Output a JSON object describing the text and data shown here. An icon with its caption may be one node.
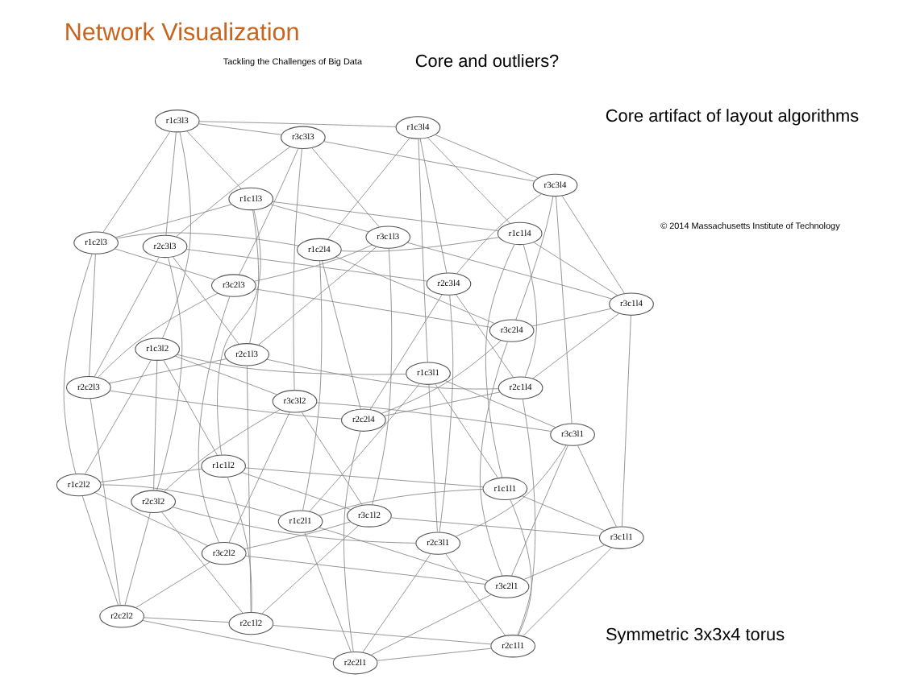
{
  "diagram": {
    "title": "Network Visualization",
    "nodes": [
      {
        "text": [
          "r1c3l2"
        ]
      },
      {
        "text": [
          "r1c1l2"
        ]
      },
      {
        "text": [
          "r2c1l2"
        ]
      },
      {
        "text": [
          "r3c3l2"
        ]
      },
      {
        "text": [
          "r3c1l2"
        ]
      },
      {
        "text": [
          "r3c1l3"
        ]
      },
      {
        "text": [
          "r2c3l2"
        ]
      },
      {
        "text": [
          "r3c2l2"
        ]
      },
      {
        "text": [
          "r2c2l2"
        ]
      },
      {
        "text": [
          "r2c1l1"
        ]
      },
      {
        "text": [
          "r1c1l1"
        ]
      },
      {
        "text": [
          "r1c2l2"
        ]
      },
      {
        "text": [
          "r1c1l3"
        ]
      },
      {
        "text": [
          "r2c1l3"
        ]
      },
      {
        "text": [
          "r3c3l3"
        ]
      },
      {
        "text": [
          "r3c1l1"
        ]
      },
      {
        "text": [
          "r3c3l1"
        ]
      },
      {
        "text": [
          "r2c3l3"
        ]
      },
      {
        "text": [
          "r2c3l1"
        ]
      },
      {
        "text": [
          "r1c3l3"
        ]
      },
      {
        "text": [
          "r2c2l3"
        ]
      },
      {
        "text": [
          "r2c2l4"
        ]
      },
      {
        "text": [
          "r1c3l1"
        ]
      },
      {
        "text": [
          "r1c1l4"
        ]
      },
      {
        "text": [
          "r1c2l3"
        ]
      },
      {
        "text": [
          "r3c2l3"
        ]
      },
      {
        "text": [
          "r2c2l1"
        ]
      },
      {
        "text": [
          "r3c2l1"
        ]
      },
      {
        "text": [
          "r2c1l4"
        ]
      },
      {
        "text": [
          "r3c3l4"
        ]
      },
      {
        "text": [
          "r3c1l4"
        ]
      },
      {
        "text": [
          "r1c2l1"
        ]
      },
      {
        "text": [
          "r1c3l4"
        ]
      },
      {
        "text": [
          "r1c2l4"
        ]
      },
      {
        "text": [
          "r2c3l4"
        ]
      },
      {
        "text": [
          "r3c2l4"
        ]
      }
    ],
    "edges": [
      {
        "from": 10,
        "to": 9,
        "arrow": "none"
      },
      {
        "from": 9,
        "to": 15,
        "arrow": "none"
      },
      {
        "from": 15,
        "to": 10,
        "arrow": "none"
      },
      {
        "from": 1,
        "to": 2,
        "arrow": "none"
      },
      {
        "from": 2,
        "to": 4,
        "arrow": "none"
      },
      {
        "from": 4,
        "to": 1,
        "arrow": "none"
      },
      {
        "from": 12,
        "to": 13,
        "arrow": "none"
      },
      {
        "from": 13,
        "to": 5,
        "arrow": "none"
      },
      {
        "from": 5,
        "to": 12,
        "arrow": "none"
      },
      {
        "from": 23,
        "to": 28,
        "arrow": "none"
      },
      {
        "from": 28,
        "to": 30,
        "arrow": "none"
      },
      {
        "from": 30,
        "to": 23,
        "arrow": "none"
      },
      {
        "from": 31,
        "to": 26,
        "arrow": "none"
      },
      {
        "from": 26,
        "to": 27,
        "arrow": "none"
      },
      {
        "from": 27,
        "to": 31,
        "arrow": "none"
      },
      {
        "from": 11,
        "to": 8,
        "arrow": "none"
      },
      {
        "from": 8,
        "to": 7,
        "arrow": "none"
      },
      {
        "from": 7,
        "to": 11,
        "arrow": "none"
      },
      {
        "from": 24,
        "to": 20,
        "arrow": "none"
      },
      {
        "from": 20,
        "to": 25,
        "arrow": "none"
      },
      {
        "from": 25,
        "to": 24,
        "arrow": "none"
      },
      {
        "from": 33,
        "to": 21,
        "arrow": "none"
      },
      {
        "from": 21,
        "to": 35,
        "arrow": "none"
      },
      {
        "from": 35,
        "to": 33,
        "arrow": "none"
      },
      {
        "from": 22,
        "to": 18,
        "arrow": "none"
      },
      {
        "from": 18,
        "to": 16,
        "arrow": "none"
      },
      {
        "from": 16,
        "to": 22,
        "arrow": "none"
      },
      {
        "from": 0,
        "to": 6,
        "arrow": "none"
      },
      {
        "from": 6,
        "to": 3,
        "arrow": "none"
      },
      {
        "from": 3,
        "to": 0,
        "arrow": "none"
      },
      {
        "from": 19,
        "to": 17,
        "arrow": "none"
      },
      {
        "from": 17,
        "to": 14,
        "arrow": "none"
      },
      {
        "from": 14,
        "to": 19,
        "arrow": "none"
      },
      {
        "from": 32,
        "to": 34,
        "arrow": "none"
      },
      {
        "from": 34,
        "to": 29,
        "arrow": "none"
      },
      {
        "from": 29,
        "to": 32,
        "arrow": "none"
      },
      {
        "from": 10,
        "to": 31,
        "arrow": "none"
      },
      {
        "from": 31,
        "to": 22,
        "arrow": "none"
      },
      {
        "from": 22,
        "to": 10,
        "arrow": "none"
      },
      {
        "from": 1,
        "to": 11,
        "arrow": "none"
      },
      {
        "from": 11,
        "to": 0,
        "arrow": "none"
      },
      {
        "from": 0,
        "to": 1,
        "arrow": "none"
      },
      {
        "from": 12,
        "to": 24,
        "arrow": "none"
      },
      {
        "from": 24,
        "to": 19,
        "arrow": "none"
      },
      {
        "from": 19,
        "to": 12,
        "arrow": "none"
      },
      {
        "from": 23,
        "to": 33,
        "arrow": "none"
      },
      {
        "from": 33,
        "to": 32,
        "arrow": "none"
      },
      {
        "from": 32,
        "to": 23,
        "arrow": "none"
      },
      {
        "from": 9,
        "to": 26,
        "arrow": "none"
      },
      {
        "from": 26,
        "to": 18,
        "arrow": "none"
      },
      {
        "from": 18,
        "to": 9,
        "arrow": "none"
      },
      {
        "from": 2,
        "to": 8,
        "arrow": "none"
      },
      {
        "from": 8,
        "to": 6,
        "arrow": "none"
      },
      {
        "from": 6,
        "to": 2,
        "arrow": "none"
      },
      {
        "from": 13,
        "to": 20,
        "arrow": "none"
      },
      {
        "from": 20,
        "to": 17,
        "arrow": "none"
      },
      {
        "from": 17,
        "to": 13,
        "arrow": "none"
      },
      {
        "from": 28,
        "to": 21,
        "arrow": "none"
      },
      {
        "from": 21,
        "to": 34,
        "arrow": "none"
      },
      {
        "from": 34,
        "to": 28,
        "arrow": "none"
      },
      {
        "from": 15,
        "to": 27,
        "arrow": "none"
      },
      {
        "from": 27,
        "to": 16,
        "arrow": "none"
      },
      {
        "from": 16,
        "to": 15,
        "arrow": "none"
      },
      {
        "from": 4,
        "to": 7,
        "arrow": "none"
      },
      {
        "from": 7,
        "to": 3,
        "arrow": "none"
      },
      {
        "from": 3,
        "to": 4,
        "arrow": "none"
      },
      {
        "from": 5,
        "to": 25,
        "arrow": "none"
      },
      {
        "from": 25,
        "to": 14,
        "arrow": "none"
      },
      {
        "from": 14,
        "to": 5,
        "arrow": "none"
      },
      {
        "from": 30,
        "to": 35,
        "arrow": "none"
      },
      {
        "from": 35,
        "to": 29,
        "arrow": "none"
      },
      {
        "from": 29,
        "to": 30,
        "arrow": "none"
      },
      {
        "from": 10,
        "to": 1,
        "arrow": "none"
      },
      {
        "from": 1,
        "to": 12,
        "arrow": "none"
      },
      {
        "from": 12,
        "to": 23,
        "arrow": "none"
      },
      {
        "from": 23,
        "to": 10,
        "arrow": "none"
      },
      {
        "from": 31,
        "to": 11,
        "arrow": "none"
      },
      {
        "from": 11,
        "to": 24,
        "arrow": "none"
      },
      {
        "from": 24,
        "to": 33,
        "arrow": "none"
      },
      {
        "from": 33,
        "to": 31,
        "arrow": "none"
      },
      {
        "from": 22,
        "to": 0,
        "arrow": "none"
      },
      {
        "from": 0,
        "to": 19,
        "arrow": "none"
      },
      {
        "from": 19,
        "to": 32,
        "arrow": "none"
      },
      {
        "from": 32,
        "to": 22,
        "arrow": "none"
      },
      {
        "from": 9,
        "to": 2,
        "arrow": "none"
      },
      {
        "from": 2,
        "to": 13,
        "arrow": "none"
      },
      {
        "from": 13,
        "to": 28,
        "arrow": "none"
      },
      {
        "from": 28,
        "to": 9,
        "arrow": "none"
      },
      {
        "from": 26,
        "to": 8,
        "arrow": "none"
      },
      {
        "from": 8,
        "to": 20,
        "arrow": "none"
      },
      {
        "from": 20,
        "to": 21,
        "arrow": "none"
      },
      {
        "from": 21,
        "to": 26,
        "arrow": "none"
      },
      {
        "from": 18,
        "to": 6,
        "arrow": "none"
      },
      {
        "from": 6,
        "to": 17,
        "arrow": "none"
      },
      {
        "from": 17,
        "to": 34,
        "arrow": "none"
      },
      {
        "from": 34,
        "to": 18,
        "arrow": "none"
      },
      {
        "from": 15,
        "to": 4,
        "arrow": "none"
      },
      {
        "from": 4,
        "to": 5,
        "arrow": "none"
      },
      {
        "from": 5,
        "to": 30,
        "arrow": "none"
      },
      {
        "from": 30,
        "to": 15,
        "arrow": "none"
      },
      {
        "from": 27,
        "to": 7,
        "arrow": "none"
      },
      {
        "from": 7,
        "to": 25,
        "arrow": "none"
      },
      {
        "from": 25,
        "to": 35,
        "arrow": "none"
      },
      {
        "from": 35,
        "to": 27,
        "arrow": "none"
      },
      {
        "from": 16,
        "to": 3,
        "arrow": "none"
      },
      {
        "from": 3,
        "to": 14,
        "arrow": "none"
      },
      {
        "from": 14,
        "to": 29,
        "arrow": "none"
      },
      {
        "from": 29,
        "to": 16,
        "arrow": "none"
      }
    ],
    "labels": [
      "Core and outliers?",
      "Symmetric 3x3x4 torus",
      "Core artifact of layout algorithms",
      "Tackling the Challenges of Big Data",
      "© 2014 Massachusetts Institute of Technology"
    ]
  }
}
